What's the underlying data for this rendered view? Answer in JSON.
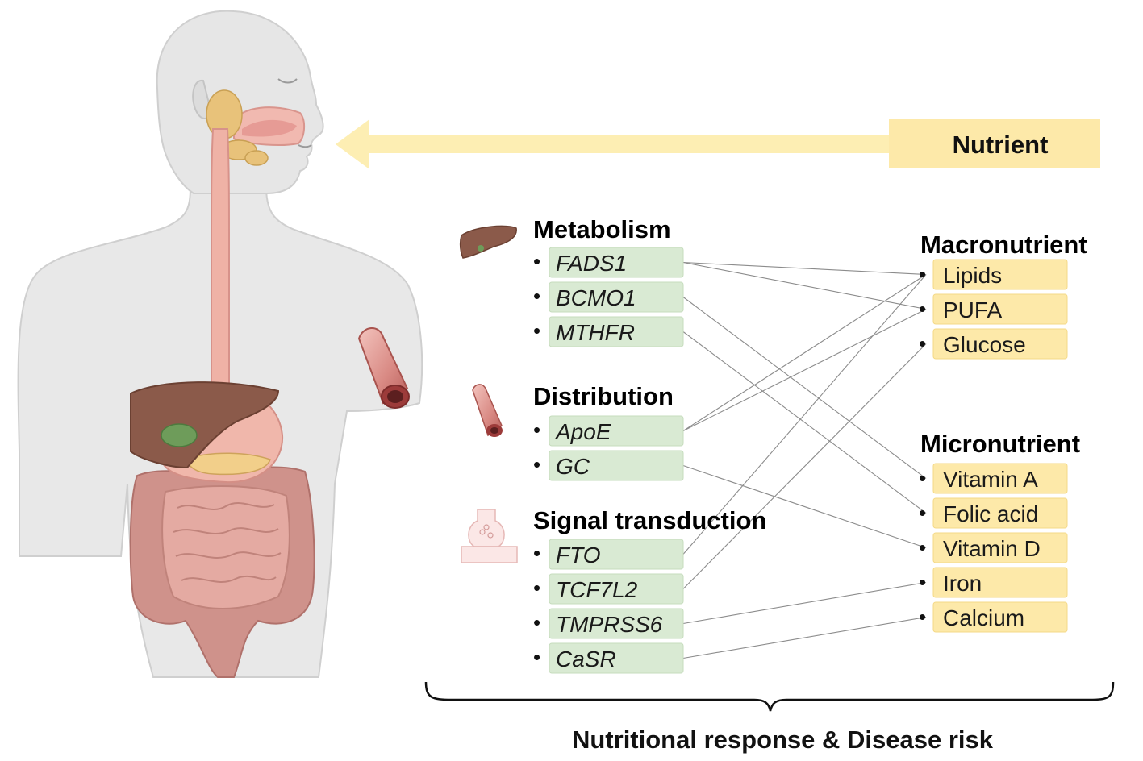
{
  "nutrient_label": "Nutrient",
  "bottom_caption": "Nutritional response & Disease risk",
  "gene_groups": [
    {
      "title": "Metabolism",
      "genes": [
        "FADS1",
        "BCMO1",
        "MTHFR"
      ]
    },
    {
      "title": "Distribution",
      "genes": [
        "ApoE",
        "GC"
      ]
    },
    {
      "title": "Signal transduction",
      "genes": [
        "FTO",
        "TCF7L2",
        "TMPRSS6",
        "CaSR"
      ]
    }
  ],
  "nutrient_groups": [
    {
      "title": "Macronutrient",
      "items": [
        "Lipids",
        "PUFA",
        "Glucose"
      ]
    },
    {
      "title": "Micronutrient",
      "items": [
        "Vitamin A",
        "Folic acid",
        "Vitamin D",
        "Iron",
        "Calcium"
      ]
    }
  ],
  "links": [
    [
      "FADS1",
      "Lipids"
    ],
    [
      "FADS1",
      "PUFA"
    ],
    [
      "BCMO1",
      "Vitamin A"
    ],
    [
      "MTHFR",
      "Folic acid"
    ],
    [
      "ApoE",
      "Lipids"
    ],
    [
      "ApoE",
      "PUFA"
    ],
    [
      "GC",
      "Vitamin D"
    ],
    [
      "FTO",
      "Lipids"
    ],
    [
      "TCF7L2",
      "Glucose"
    ],
    [
      "TMPRSS6",
      "Iron"
    ],
    [
      "CaSR",
      "Calcium"
    ]
  ],
  "colors": {
    "gene_box": "#d9ead3",
    "nutrient_box": "#fde9a9",
    "arrow": "#fdeeb3",
    "skin": "#e6e6e6",
    "liver": "#8b5a4a",
    "intestine": "#c98e88"
  },
  "icons": [
    "human-body-illustration",
    "liver-icon",
    "blood-vessel-icon",
    "synapse-icon"
  ]
}
